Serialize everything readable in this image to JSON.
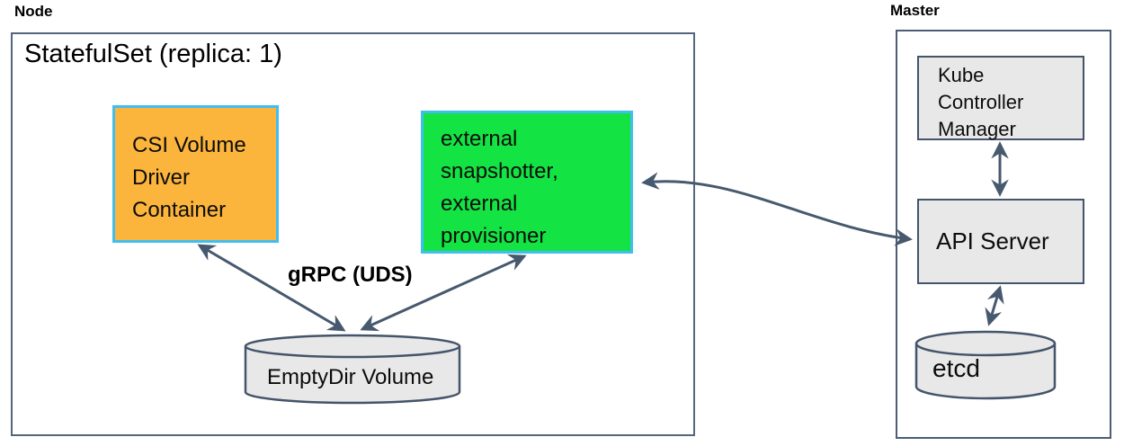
{
  "node": {
    "label": "Node",
    "statefulset_label": "StatefulSet (replica: 1)",
    "csi_box_text": "CSI Volume\nDriver\nContainer",
    "sidecar_box_text": "external\nsnapshotter,\nexternal\nprovisioner",
    "grpc_label": "gRPC (UDS)",
    "emptydir_label": "EmptyDir Volume"
  },
  "master": {
    "label": "Master",
    "kcm_box_text": "Kube\nController\nManager",
    "api_server_text": "API Server",
    "etcd_label": "etcd"
  },
  "colors": {
    "csi_fill": "#FBB43C",
    "sidecar_fill": "#13E343",
    "component_border": "#41BEF0",
    "gray_fill": "#E8E8E8",
    "box_border": "#44546A",
    "arrow": "#47596E"
  }
}
